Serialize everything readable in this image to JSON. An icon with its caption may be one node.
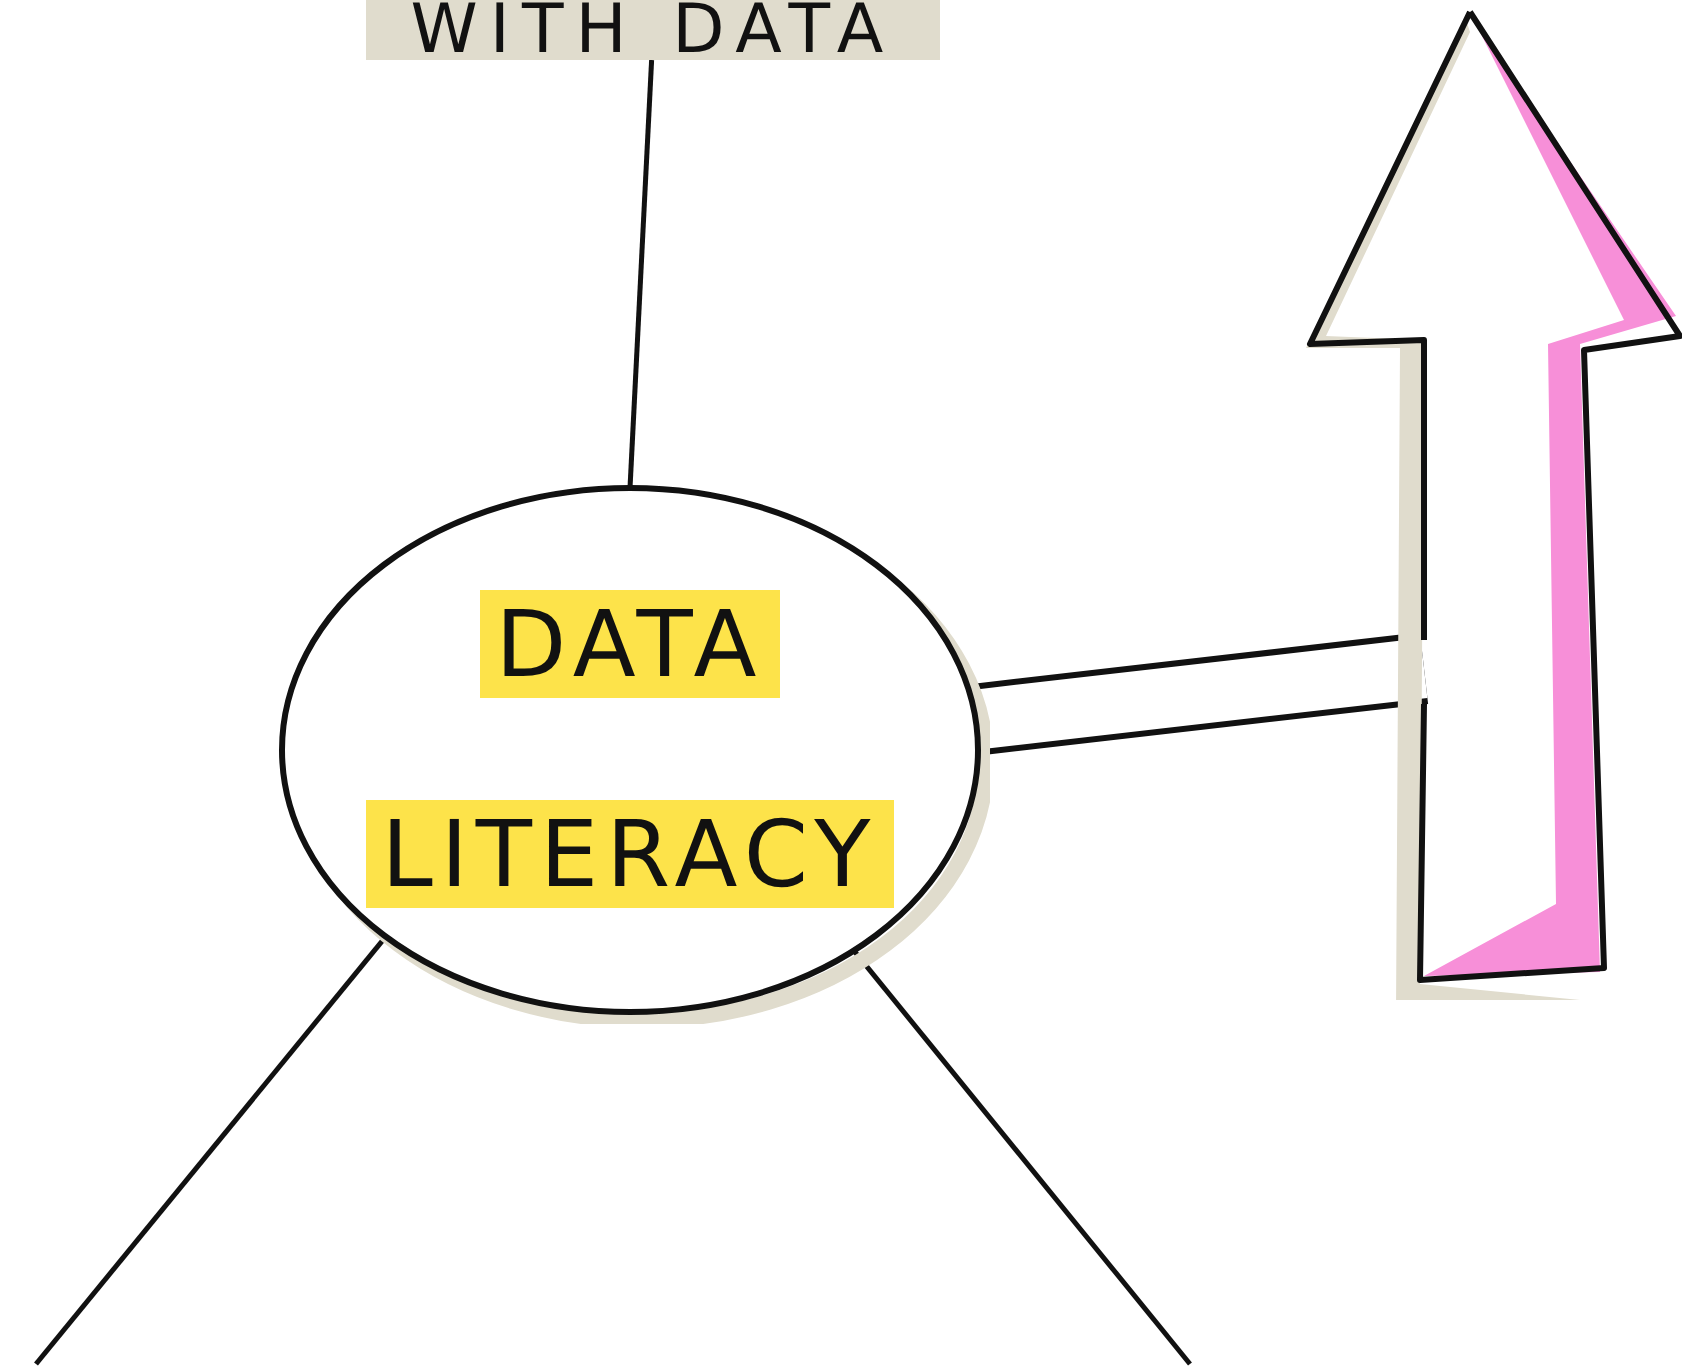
{
  "diagram": {
    "nodes": [
      {
        "text": [
          "WITH DATA"
        ]
      },
      {
        "text": [
          "DATA LITERACY"
        ]
      },
      {
        "text": [],
        "shape": "arrow"
      }
    ],
    "edges": [
      {
        "from": 0,
        "to": 1,
        "arrow": "none"
      },
      {
        "from": 1,
        "to": 2,
        "arrow": "none",
        "style": "thick"
      },
      {
        "from": 1,
        "to": null,
        "arrow": "none"
      },
      {
        "from": 1,
        "to": null,
        "arrow": "none"
      }
    ]
  }
}
